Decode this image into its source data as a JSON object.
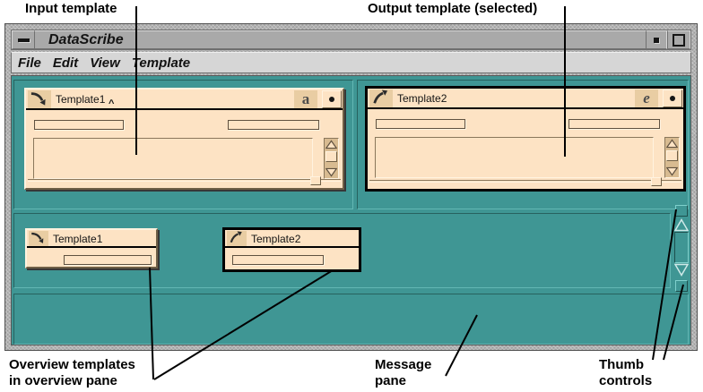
{
  "annotations": {
    "input_template": "Input template",
    "output_template": "Output template (selected)",
    "overview_templates_line1": "Overview templates",
    "overview_templates_line2": "in overview pane",
    "message_pane_line1": "Message",
    "message_pane_line2": "pane",
    "thumb_controls_line1": "Thumb",
    "thumb_controls_line2": "controls"
  },
  "window": {
    "title": "DataScribe",
    "menu": [
      "File",
      "Edit",
      "View",
      "Template"
    ]
  },
  "templates": {
    "input": {
      "label": "Template1",
      "cursor_caret": "^",
      "corner_glyph": "a"
    },
    "output": {
      "label": "Template2",
      "corner_glyph": "e"
    }
  },
  "overview_pane": {
    "input_label": "Template1",
    "output_label": "Template2"
  },
  "colors": {
    "desktop_teal": "#3f9694",
    "template_cream": "#fde3c4",
    "titlebar_gray": "#a9a9a9",
    "selection_black": "#000000"
  }
}
